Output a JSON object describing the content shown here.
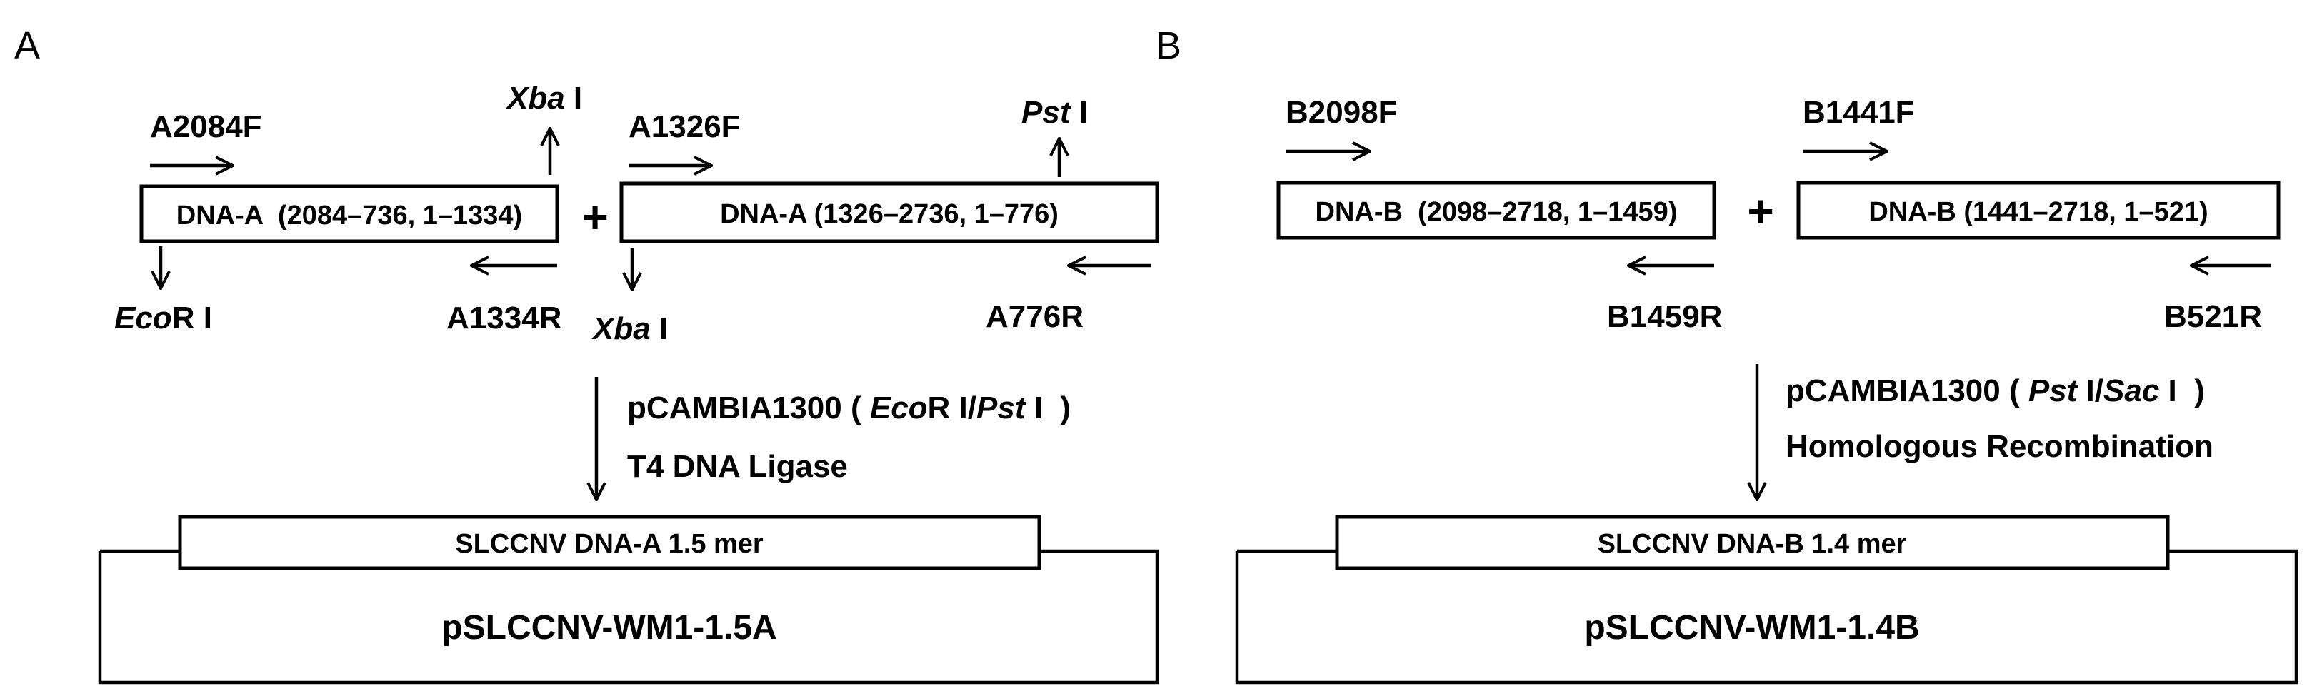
{
  "panel_a": {
    "letter": "A",
    "frag1_primer_f": "A2084F",
    "frag1_box": "DNA-A  (2084–736, 1–1334)",
    "frag1_site_bottom": {
      "italic": "Eco",
      "rest": "R I"
    },
    "frag1_primer_r": "A1334R",
    "xba_top": {
      "italic": "Xba",
      "rest": " I"
    },
    "plus": "+",
    "frag2_primer_f": "A1326F",
    "frag2_box": "DNA-A (1326–2736, 1–776)",
    "pst_top": {
      "italic": "Pst",
      "rest": " I"
    },
    "xba_bottom": {
      "italic": "Xba",
      "rest": " I"
    },
    "frag2_primer_r": "A776R",
    "vector": {
      "prefix": "pCAMBIA1300 ( ",
      "site1_italic": "Eco",
      "site1_rest": "R I/",
      "site2_italic": "Pst",
      "site2_rest": " I",
      "suffix": "  )"
    },
    "method": "T4 DNA Ligase",
    "insert_label": "SLCCNV DNA-A 1.5 mer",
    "plasmid_label": "pSLCCNV-WM1-1.5A"
  },
  "panel_b": {
    "letter": "B",
    "frag1_primer_f": "B2098F",
    "frag1_box": "DNA-B  (2098–2718, 1–1459)",
    "frag1_primer_r": "B1459R",
    "plus": "+",
    "frag2_primer_f": "B1441F",
    "frag2_box": "DNA-B (1441–2718, 1–521)",
    "frag2_primer_r": "B521R",
    "vector": {
      "prefix": "pCAMBIA1300 ( ",
      "site1_italic": "Pst",
      "site1_rest": " I/",
      "site2_italic": "Sac",
      "site2_rest": " I",
      "suffix": "  )"
    },
    "method": "Homologous Recombination",
    "insert_label": "SLCCNV DNA-B 1.4 mer",
    "plasmid_label": "pSLCCNV-WM1-1.4B"
  }
}
